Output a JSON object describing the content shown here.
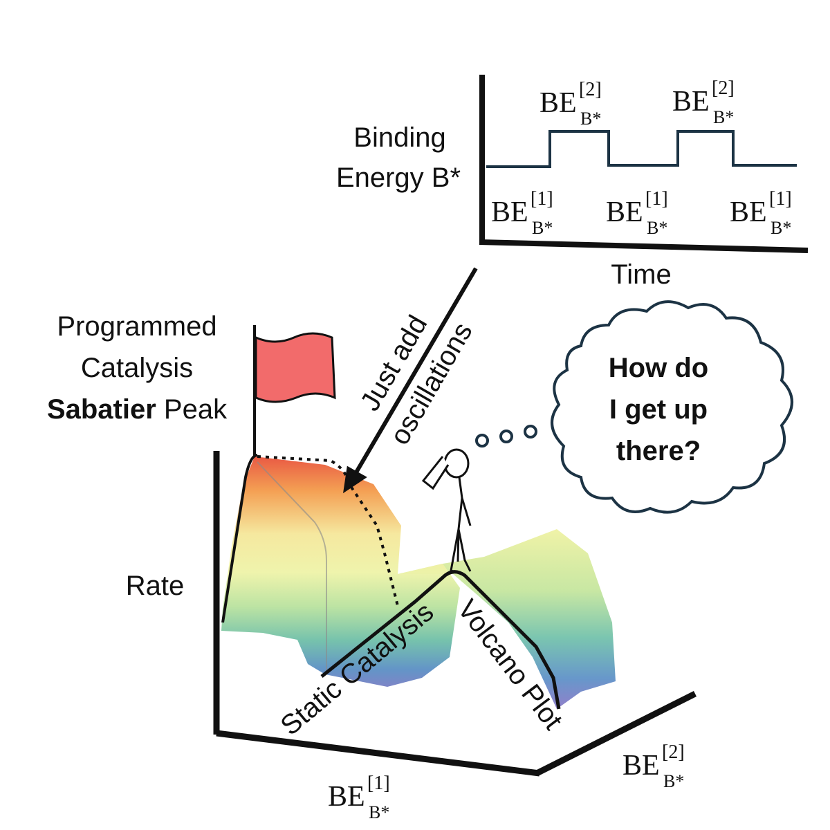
{
  "colors": {
    "ink": "#111111",
    "bubble_stroke": "#1c3344",
    "step_line": "#1c3344",
    "flag": "#f26b6b",
    "surface_gradient": [
      "#e8513a",
      "#f39a4a",
      "#f5e79a",
      "#eef3a8",
      "#b9e29e",
      "#6fbfa8",
      "#5b8fc4",
      "#8a73c4"
    ]
  },
  "time_plot": {
    "y_label_line1": "Binding",
    "y_label_line2": "Energy B*",
    "x_label": "Time",
    "high_level": {
      "base": "BE",
      "sup": "[2]",
      "sub": "B*"
    },
    "low_level": {
      "base": "BE",
      "sup": "[1]",
      "sub": "B*"
    },
    "high_label_count": 2,
    "low_label_count": 3
  },
  "arrow_label": {
    "line1": "Just add",
    "line2": "oscillations"
  },
  "flag_label": {
    "line1": "Programmed",
    "line2": "Catalysis",
    "line3_bold": "Sabatier",
    "line3_rest": "Peak"
  },
  "thought_bubble": {
    "line1": "How do",
    "line2": "I get up",
    "line3": "there?"
  },
  "main_plot": {
    "z_label": "Rate",
    "x_axis_label": {
      "base": "BE",
      "sup": "[1]",
      "sub": "B*"
    },
    "y_axis_label": {
      "base": "BE",
      "sup": "[2]",
      "sub": "B*"
    },
    "curve_label_left": "Static Catalysis",
    "curve_label_right": "Volcano Plot"
  }
}
